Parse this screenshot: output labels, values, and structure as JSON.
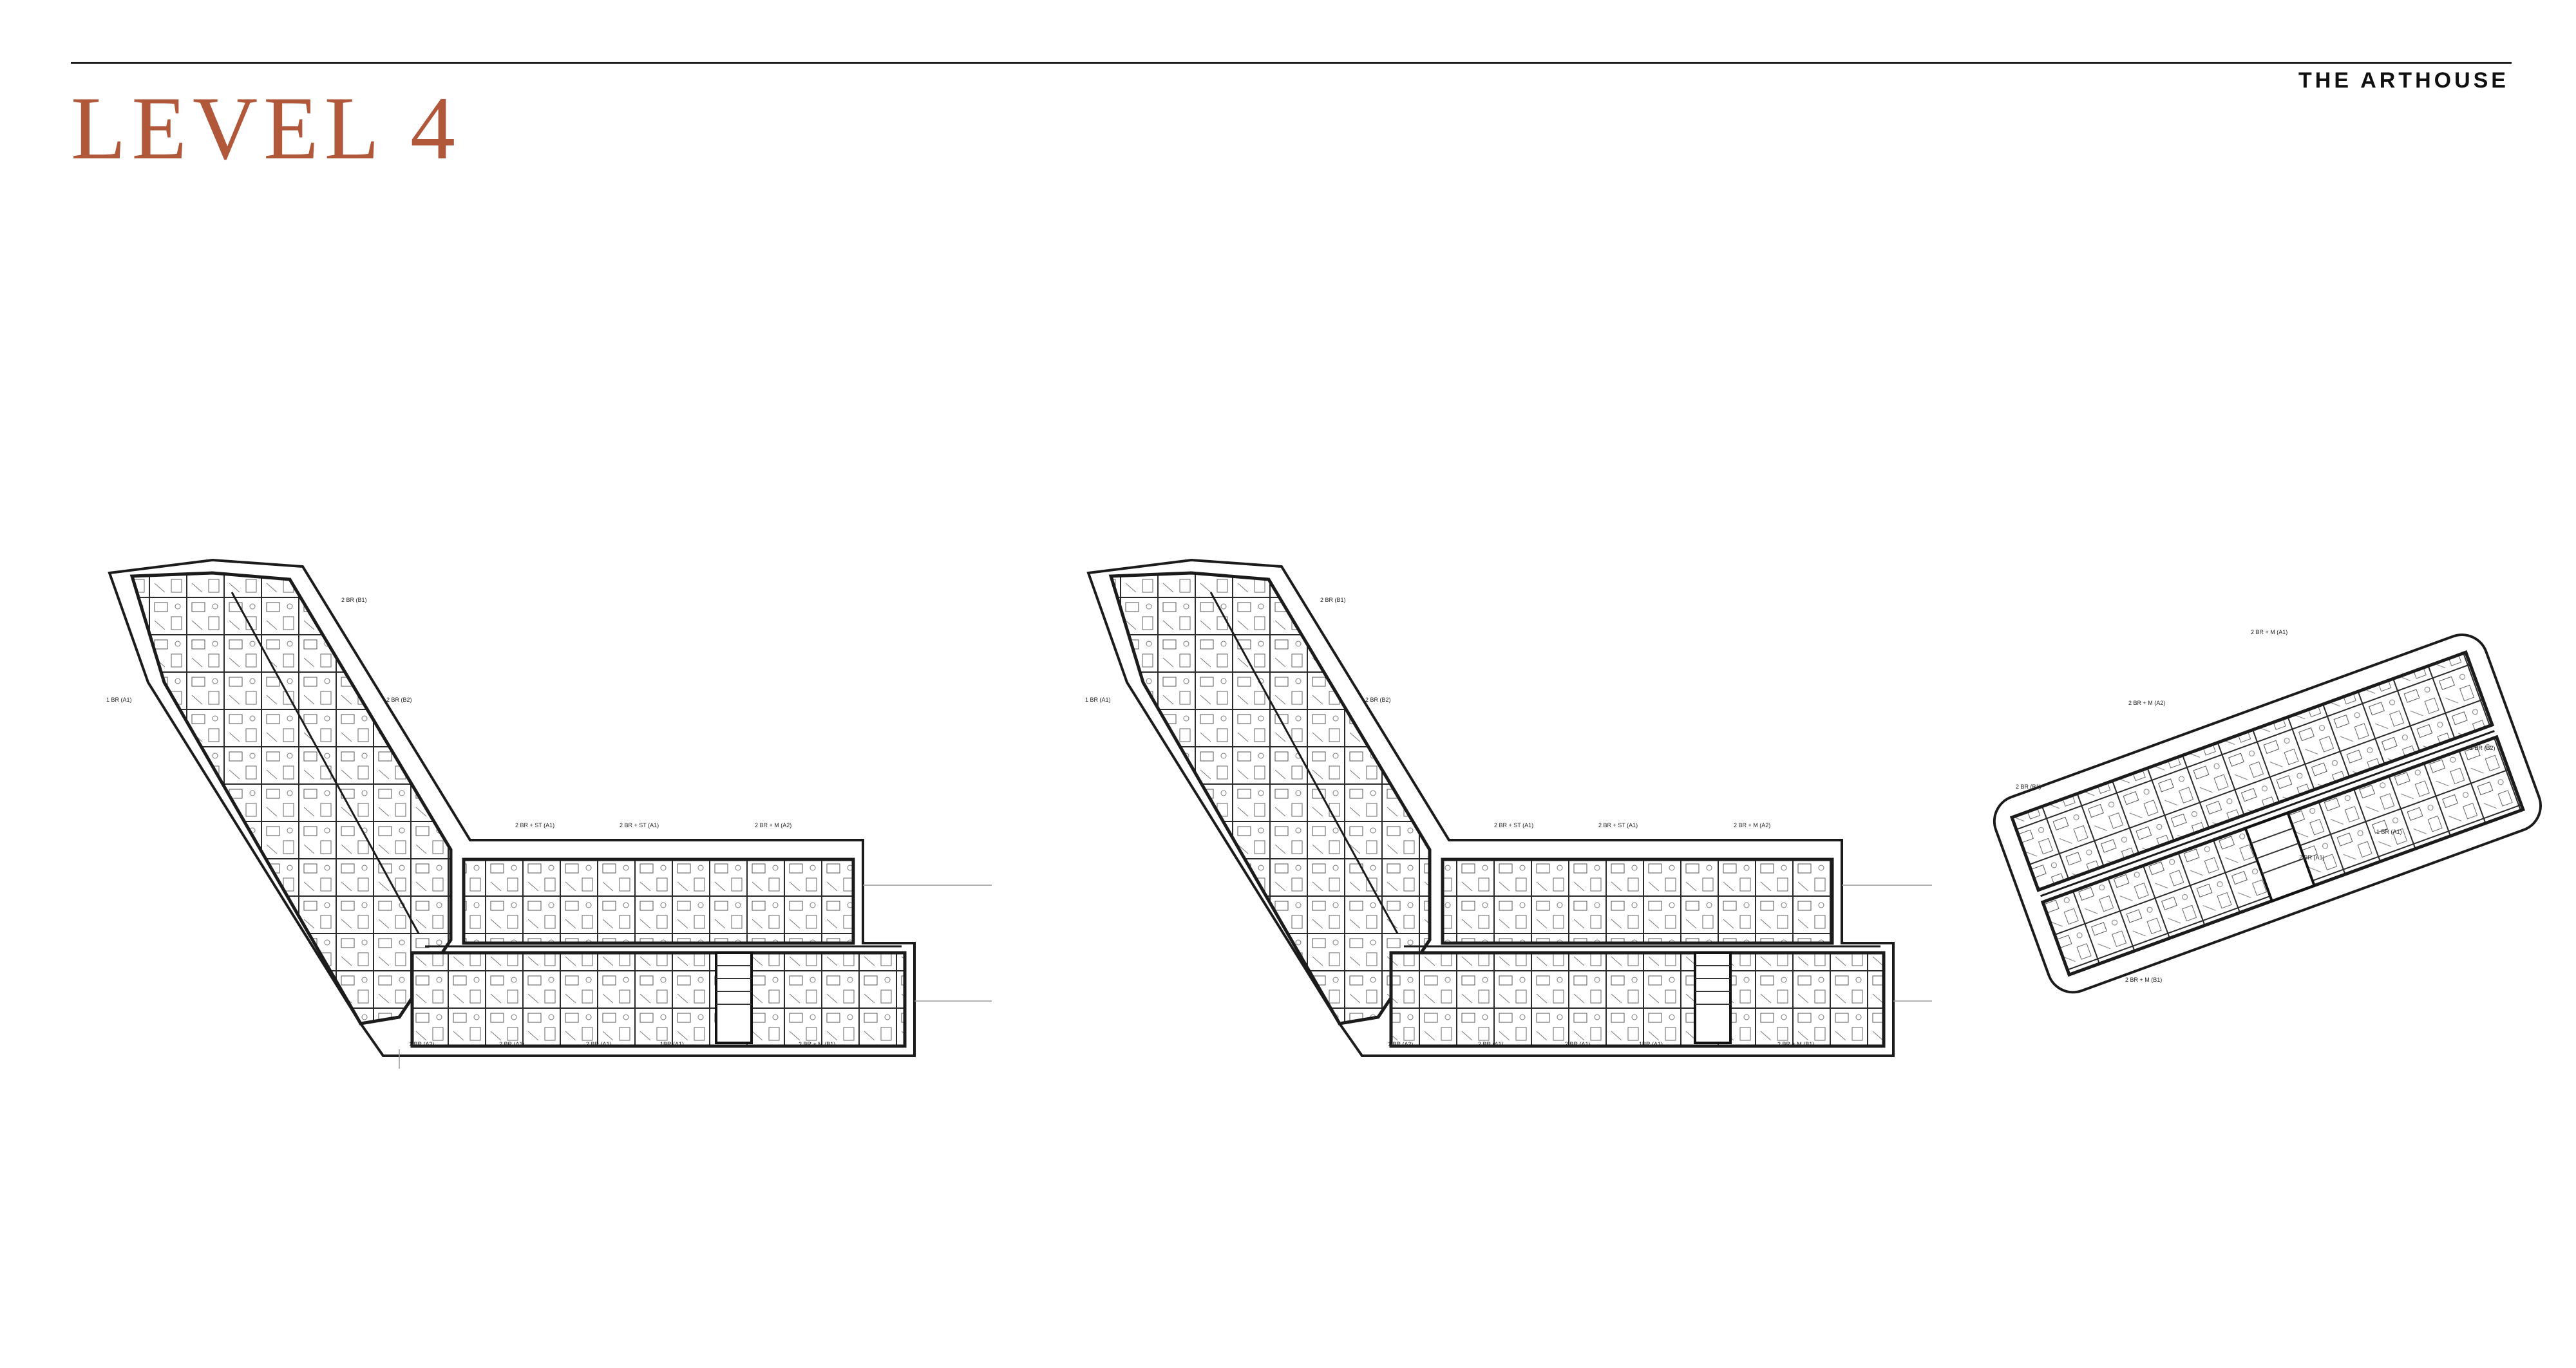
{
  "header": {
    "brand": "THE ARTHOUSE",
    "level_title": "LEVEL 4"
  },
  "plans": [
    {
      "name": "left-wing-plan",
      "unit_labels": [
        "1 BR (A1)",
        "2 BR (B1)",
        "2 BR (B2)",
        "2 BR + ST (A1)",
        "2 BR + ST (A1)",
        "2 BR + M (A2)",
        "1 BR (A2)",
        "2 BR (A1)",
        "2 BR (A1)",
        "1BR (A1)",
        "2 BR + M (B1)"
      ]
    },
    {
      "name": "middle-wing-plan",
      "unit_labels": [
        "1 BR (A1)",
        "2 BR (B1)",
        "2 BR (B2)",
        "2 BR + ST (A1)",
        "2 BR + ST (A1)",
        "2 BR + M (A2)",
        "1 BR (A2)",
        "2 BR (A1)",
        "2 BR (A1)",
        "1BR (A1)",
        "2 BR + M (B1)"
      ]
    },
    {
      "name": "right-block-plan",
      "unit_labels": [
        "2 BR + M (A1)",
        "2 BR + M (A2)",
        "2 BR (B1)",
        "1 BR (A1)",
        "2 BR (A1)",
        "2 BR + M (B1)",
        "2 BR (B2)"
      ]
    }
  ],
  "colors": {
    "title": "#b1573a",
    "line": "#1b1b1b"
  }
}
